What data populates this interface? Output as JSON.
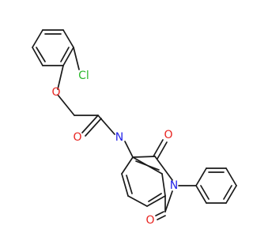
{
  "molecule": {
    "atoms": {
      "cl": {
        "symbol": "Cl",
        "color": "#2db82d"
      },
      "o_ether": {
        "symbol": "O",
        "color": "#e8231f"
      },
      "o_amide": {
        "symbol": "O",
        "color": "#e8231f"
      },
      "n_amide": {
        "symbol": "N",
        "color": "#2323e8"
      },
      "o_top": {
        "symbol": "O",
        "color": "#e8231f"
      },
      "n_imide": {
        "symbol": "N",
        "color": "#2323e8"
      },
      "o_bottom": {
        "symbol": "O",
        "color": "#e8231f"
      }
    }
  }
}
